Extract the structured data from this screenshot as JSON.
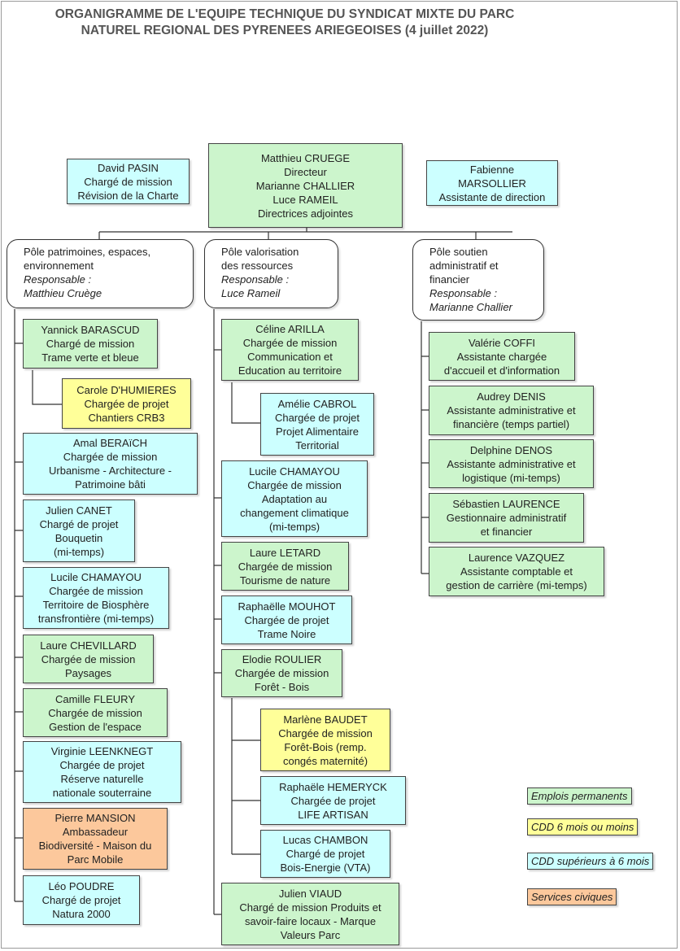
{
  "title": {
    "line1": "ORGANIGRAMME DE L'EQUIPE TECHNIQUE DU SYNDICAT MIXTE DU PARC",
    "line2": "NATUREL REGIONAL DES PYRENEES ARIEGEOISES (4 juillet 2022)"
  },
  "colors": {
    "permanent": "#ccf5cc",
    "cdd_short": "#ffff99",
    "cdd_long": "#ccffff",
    "civic": "#fcc89c",
    "title_text": "#555555"
  },
  "top": {
    "left_box": [
      "David PASIN",
      "Chargé de mission",
      "Révision de la Charte"
    ],
    "director": [
      "Matthieu CRUEGE",
      "Directeur",
      "Marianne CHALLIER",
      "Luce RAMEIL",
      "Directrices adjointes"
    ],
    "right_box": [
      "Fabienne",
      "MARSOLLIER",
      "Assistante de direction"
    ]
  },
  "poles": [
    {
      "lines": [
        "Pôle patrimoines, espaces,",
        "environnement"
      ],
      "resp_label": "Responsable :",
      "resp_name": "Matthieu Cruège"
    },
    {
      "lines": [
        "Pôle valorisation",
        "des ressources"
      ],
      "resp_label": "Responsable :",
      "resp_name": "Luce Rameil"
    },
    {
      "lines": [
        "Pôle soutien",
        "administratif et",
        "financier"
      ],
      "resp_label": "Responsable :",
      "resp_name": "Marianne Challier"
    }
  ],
  "col1": [
    [
      "Yannick BARASCUD",
      "Chargé de mission",
      "Trame verte et bleue"
    ],
    [
      "Carole D'HUMIERES",
      "Chargée de projet",
      "Chantiers CRB3"
    ],
    [
      "Amal BERAïCH",
      "Chargée de mission",
      "Urbanisme - Architecture -",
      "Patrimoine bâti"
    ],
    [
      "Julien CANET",
      "Chargé de projet",
      "Bouquetin",
      "(mi-temps)"
    ],
    [
      "Lucile CHAMAYOU",
      "Chargée de mission",
      "Territoire de Biosphère",
      "transfrontière (mi-temps)"
    ],
    [
      "Laure CHEVILLARD",
      "Chargée de mission",
      "Paysages"
    ],
    [
      "Camille FLEURY",
      "Chargée de mission",
      "Gestion de l'espace"
    ],
    [
      "Virginie LEENKNEGT",
      "Chargée de projet",
      "Réserve naturelle",
      "nationale souterraine"
    ],
    [
      "Pierre MANSION",
      "Ambassadeur",
      "Biodiversité - Maison du",
      "Parc Mobile"
    ],
    [
      "Léo POUDRE",
      "Chargé de projet",
      "Natura 2000"
    ]
  ],
  "col2": [
    [
      "Céline ARILLA",
      "Chargée de mission",
      "Communication et",
      "Education au territoire"
    ],
    [
      "Amélie CABROL",
      "Chargée de projet",
      "Projet Alimentaire",
      "Territorial"
    ],
    [
      "Lucile CHAMAYOU",
      "Chargée de mission",
      "Adaptation au",
      "changement climatique",
      "(mi-temps)"
    ],
    [
      "Laure LETARD",
      "Chargée de mission",
      "Tourisme de nature"
    ],
    [
      "Raphaëlle MOUHOT",
      "Chargée de projet",
      "Trame Noire"
    ],
    [
      "Elodie ROULIER",
      "Chargée de mission",
      "Forêt - Bois"
    ],
    [
      "Marlène BAUDET",
      "Chargée de mission",
      "Forêt-Bois (remp.",
      "congés maternité)"
    ],
    [
      "Raphaële HEMERYCK",
      "Chargée de projet",
      "LIFE ARTISAN"
    ],
    [
      "Lucas CHAMBON",
      "Chargé de projet",
      "Bois-Energie (VTA)"
    ],
    [
      "Julien VIAUD",
      "Chargé de mission Produits et",
      "savoir-faire locaux - Marque",
      "Valeurs Parc"
    ]
  ],
  "col3": [
    [
      "Valérie COFFI",
      "Assistante chargée",
      "d'accueil et d'information"
    ],
    [
      "Audrey DENIS",
      "Assistante administrative et",
      "financière (temps partiel)"
    ],
    [
      "Delphine DENOS",
      "Assistante administrative et",
      "logistique (mi-temps)"
    ],
    [
      "Sébastien LAURENCE",
      "Gestionnaire administratif",
      "et financier"
    ],
    [
      "Laurence VAZQUEZ",
      "Assistante comptable et",
      "gestion de carrière (mi-temps)"
    ]
  ],
  "legend": [
    {
      "label": "Emplois permanents",
      "color": "#ccf5cc"
    },
    {
      "label": "CDD 6 mois ou moins",
      "color": "#ffff99"
    },
    {
      "label": "CDD  supérieurs à 6 mois",
      "color": "#ccffff"
    },
    {
      "label": "Services civiques",
      "color": "#fcc89c"
    }
  ]
}
